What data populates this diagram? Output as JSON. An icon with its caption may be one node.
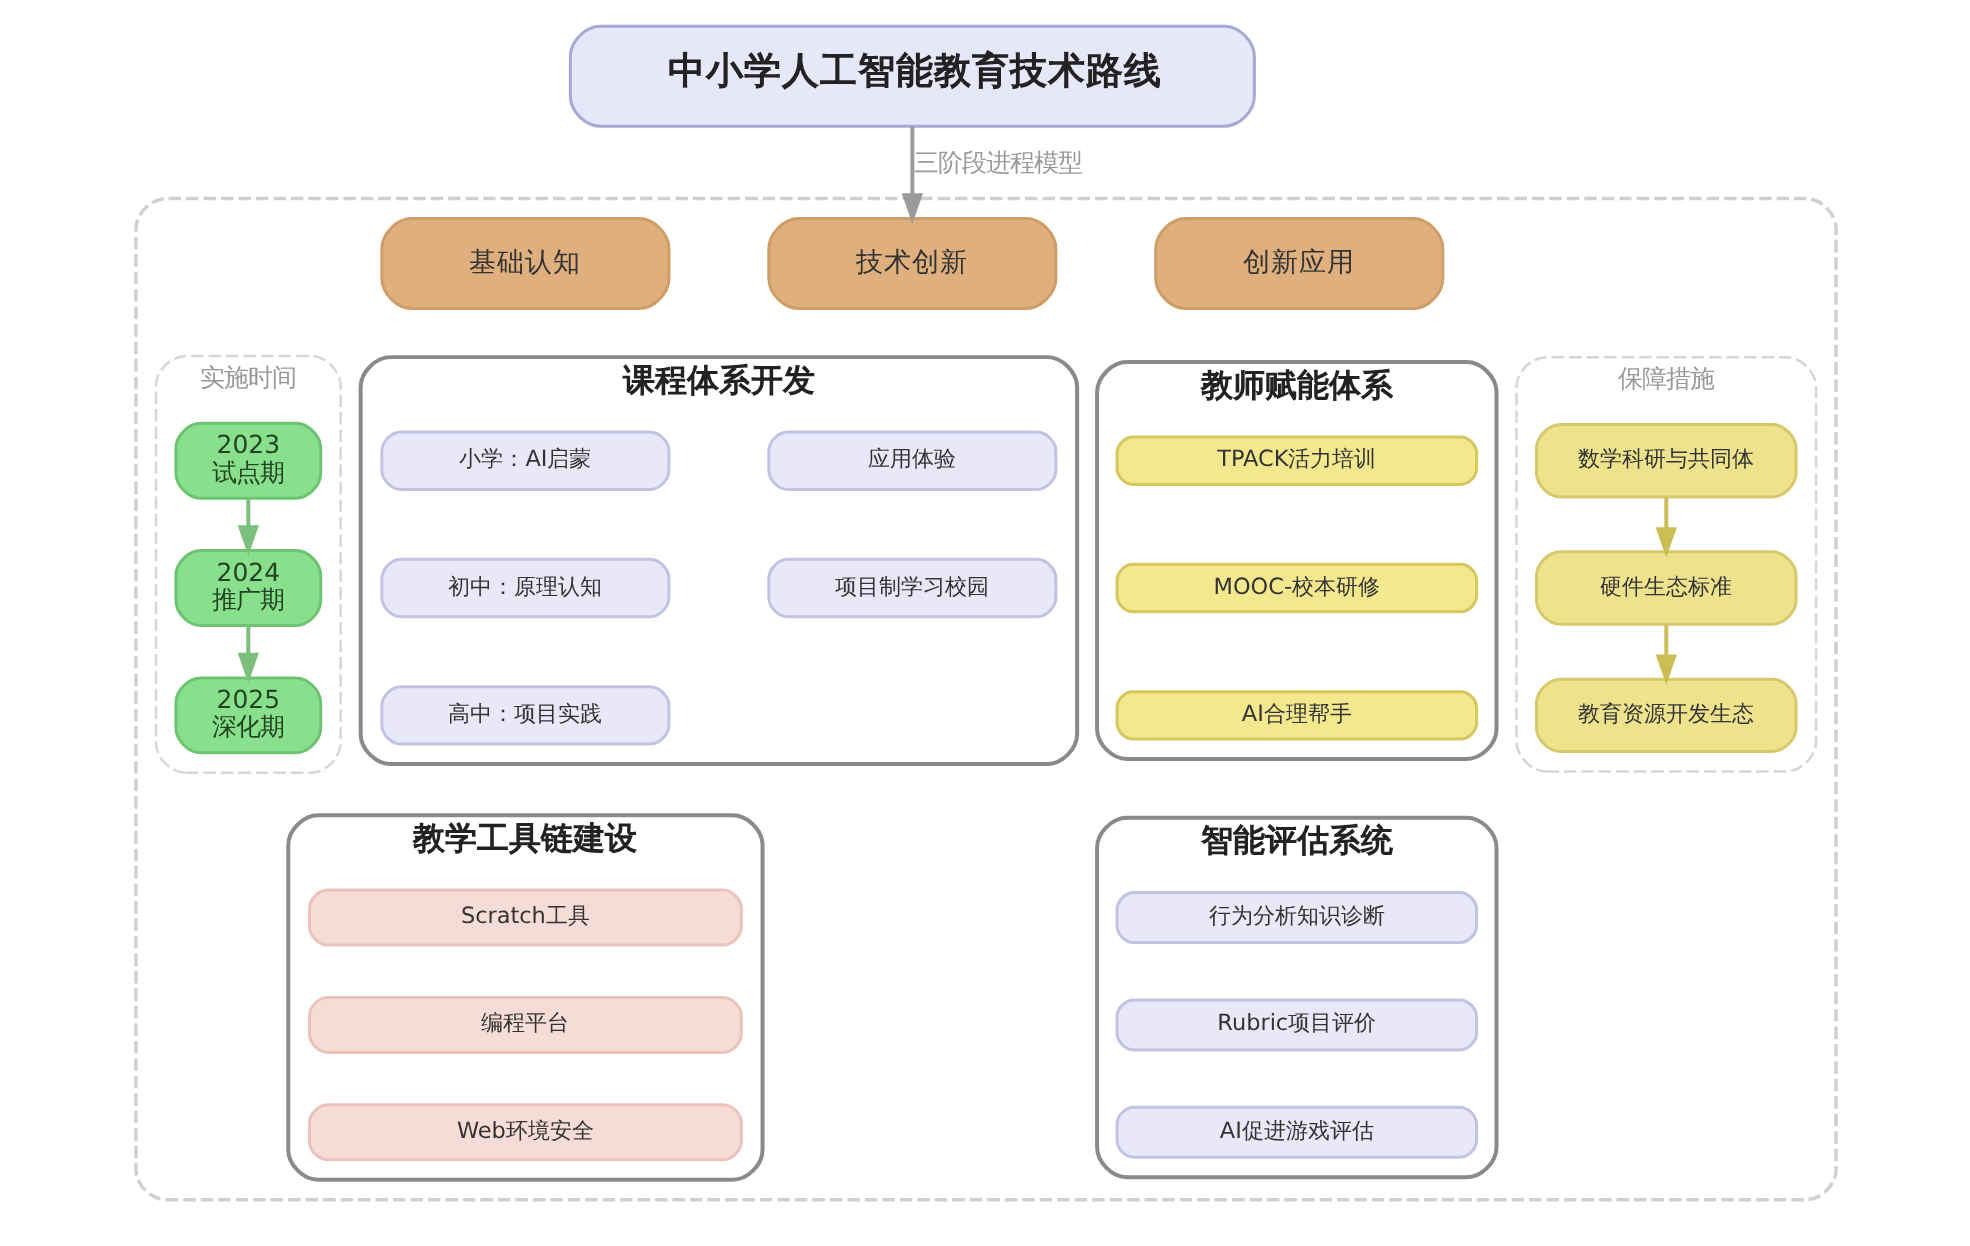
{
  "diagram": {
    "nodes": [
      {
        "text": [
          "中小学人工智能教育技术路线"
        ]
      },
      {
        "text": [],
        "shape": "box"
      },
      {
        "text": [
          "实施时间"
        ],
        "in": 1
      },
      {
        "text": [
          "2023",
          "试点期"
        ],
        "in": 2
      },
      {
        "text": [
          "2024",
          "推广期"
        ],
        "in": 2
      },
      {
        "text": [
          "2025",
          "深化期"
        ],
        "in": 2
      },
      {
        "text": [
          "基础认知"
        ],
        "in": 1
      },
      {
        "text": [
          "技术创新"
        ],
        "in": 1
      },
      {
        "text": [
          "创新应用"
        ],
        "in": 1
      },
      {
        "text": [
          "课程体系开发"
        ],
        "in": 1
      },
      {
        "text": [
          "小学：AI启蒙"
        ],
        "in": 9
      },
      {
        "text": [
          "应用体验"
        ],
        "in": 9
      },
      {
        "text": [
          "初中：原理认知"
        ],
        "in": 9
      },
      {
        "text": [
          "项目制学习校园"
        ],
        "in": 9
      },
      {
        "text": [
          "高中：项目实践"
        ],
        "in": 9
      },
      {
        "text": [
          "教学工具链建设"
        ],
        "in": 1
      },
      {
        "text": [
          "Scratch工具"
        ],
        "in": 15
      },
      {
        "text": [
          "编程平台"
        ],
        "in": 15
      },
      {
        "text": [
          "Web环境安全"
        ],
        "in": 15
      },
      {
        "text": [
          "教师赋能体系"
        ],
        "in": 1
      },
      {
        "text": [
          "TPACK活力培训"
        ],
        "in": 19
      },
      {
        "text": [
          "MOOC-校本研修"
        ],
        "in": 19
      },
      {
        "text": [
          "AI合理帮手"
        ],
        "in": 19
      },
      {
        "text": [
          "智能评估系统"
        ],
        "in": 1
      },
      {
        "text": [
          "行为分析知识诊断"
        ],
        "in": 23
      },
      {
        "text": [
          "Rubric项目评价"
        ],
        "in": 23
      },
      {
        "text": [
          "AI促进游戏评估"
        ],
        "in": 23
      },
      {
        "text": [
          "保障措施"
        ],
        "in": 1
      },
      {
        "text": [
          "数学科研与共同体"
        ],
        "in": 27
      },
      {
        "text": [
          "硬件生态标准"
        ],
        "in": 27
      },
      {
        "text": [
          "教育资源开发生态"
        ],
        "in": 27
      }
    ],
    "edges": [
      {
        "from": 0,
        "to": 7,
        "arrow": "to",
        "label": "三阶段进程模型",
        "color": "#9a9a9a"
      },
      {
        "from": 3,
        "to": 4,
        "arrow": "to",
        "color": "#7dbf7d"
      },
      {
        "from": 4,
        "to": 5,
        "arrow": "to",
        "color": "#7dbf7d"
      },
      {
        "from": 28,
        "to": 29,
        "arrow": "to",
        "color": "#cdbd55"
      },
      {
        "from": 29,
        "to": 30,
        "arrow": "to",
        "color": "#cdbd55"
      }
    ]
  }
}
